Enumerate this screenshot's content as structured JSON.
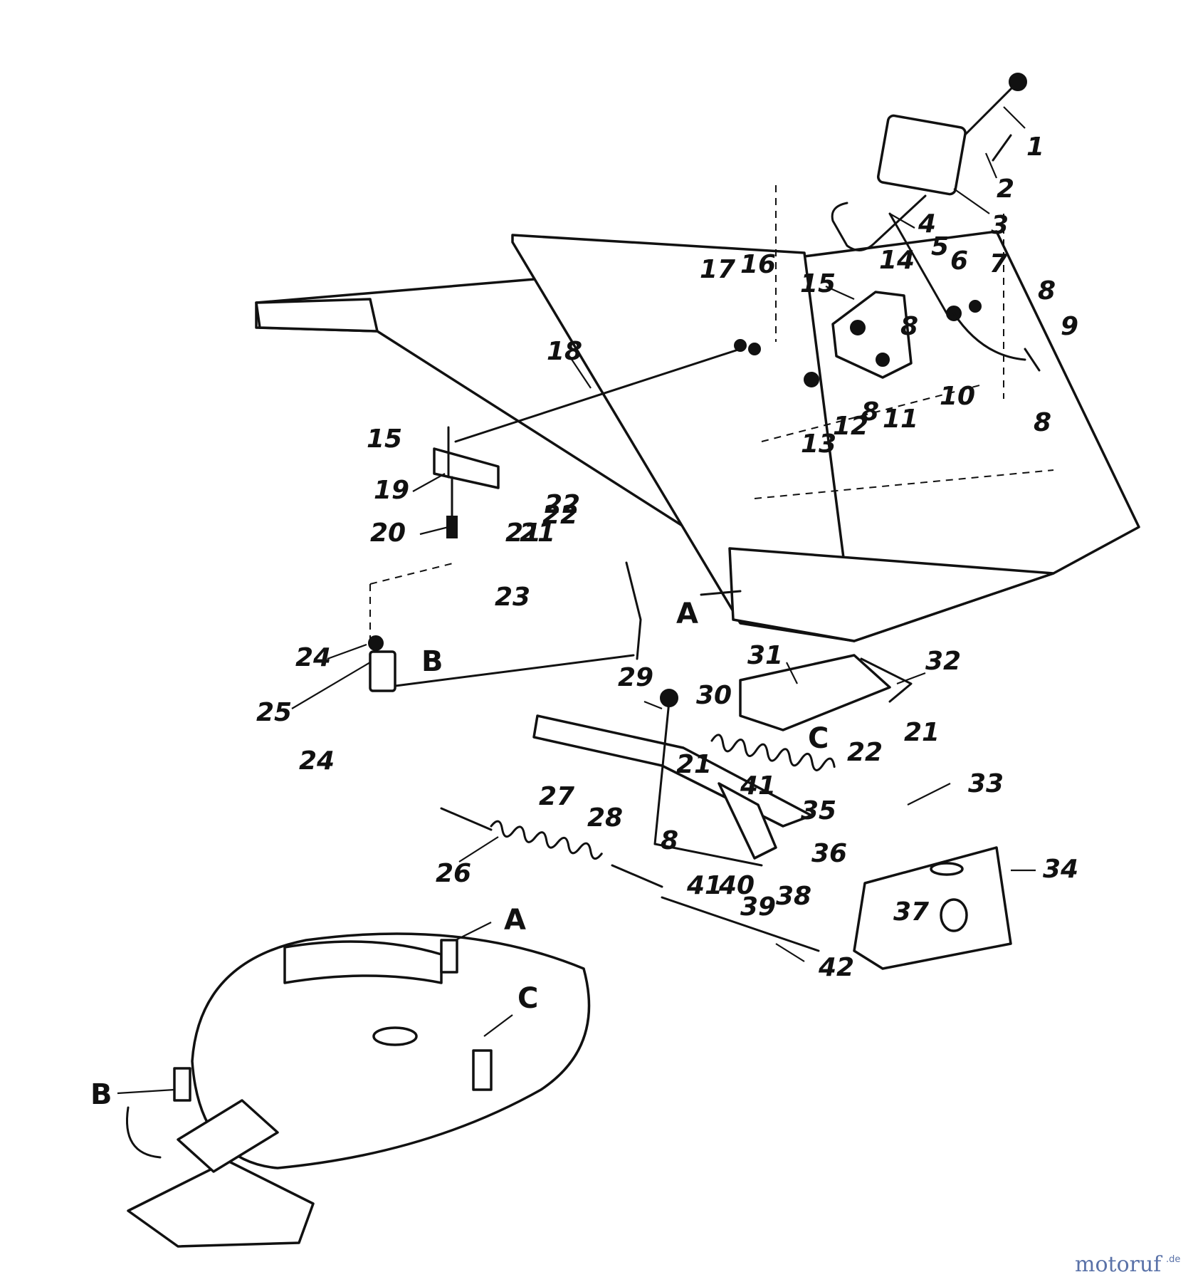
{
  "callouts": [
    "1",
    "2",
    "3",
    "4",
    "5",
    "6",
    "7",
    "8",
    "9",
    "10",
    "11",
    "12",
    "13",
    "14",
    "15",
    "16",
    "17",
    "18",
    "19",
    "20",
    "21",
    "22",
    "23",
    "24",
    "25",
    "26",
    "27",
    "28",
    "29",
    "30",
    "31",
    "32",
    "33",
    "34",
    "35",
    "36",
    "37",
    "38",
    "39",
    "40",
    "41",
    "42",
    "8",
    "8",
    "8",
    "15",
    "21",
    "22",
    "21",
    "22",
    "24",
    "21",
    "41",
    "8"
  ],
  "letters": [
    "A",
    "B",
    "C",
    "A",
    "C",
    "B"
  ],
  "watermark": {
    "brand": "motoruf",
    "suffix": ".de"
  }
}
